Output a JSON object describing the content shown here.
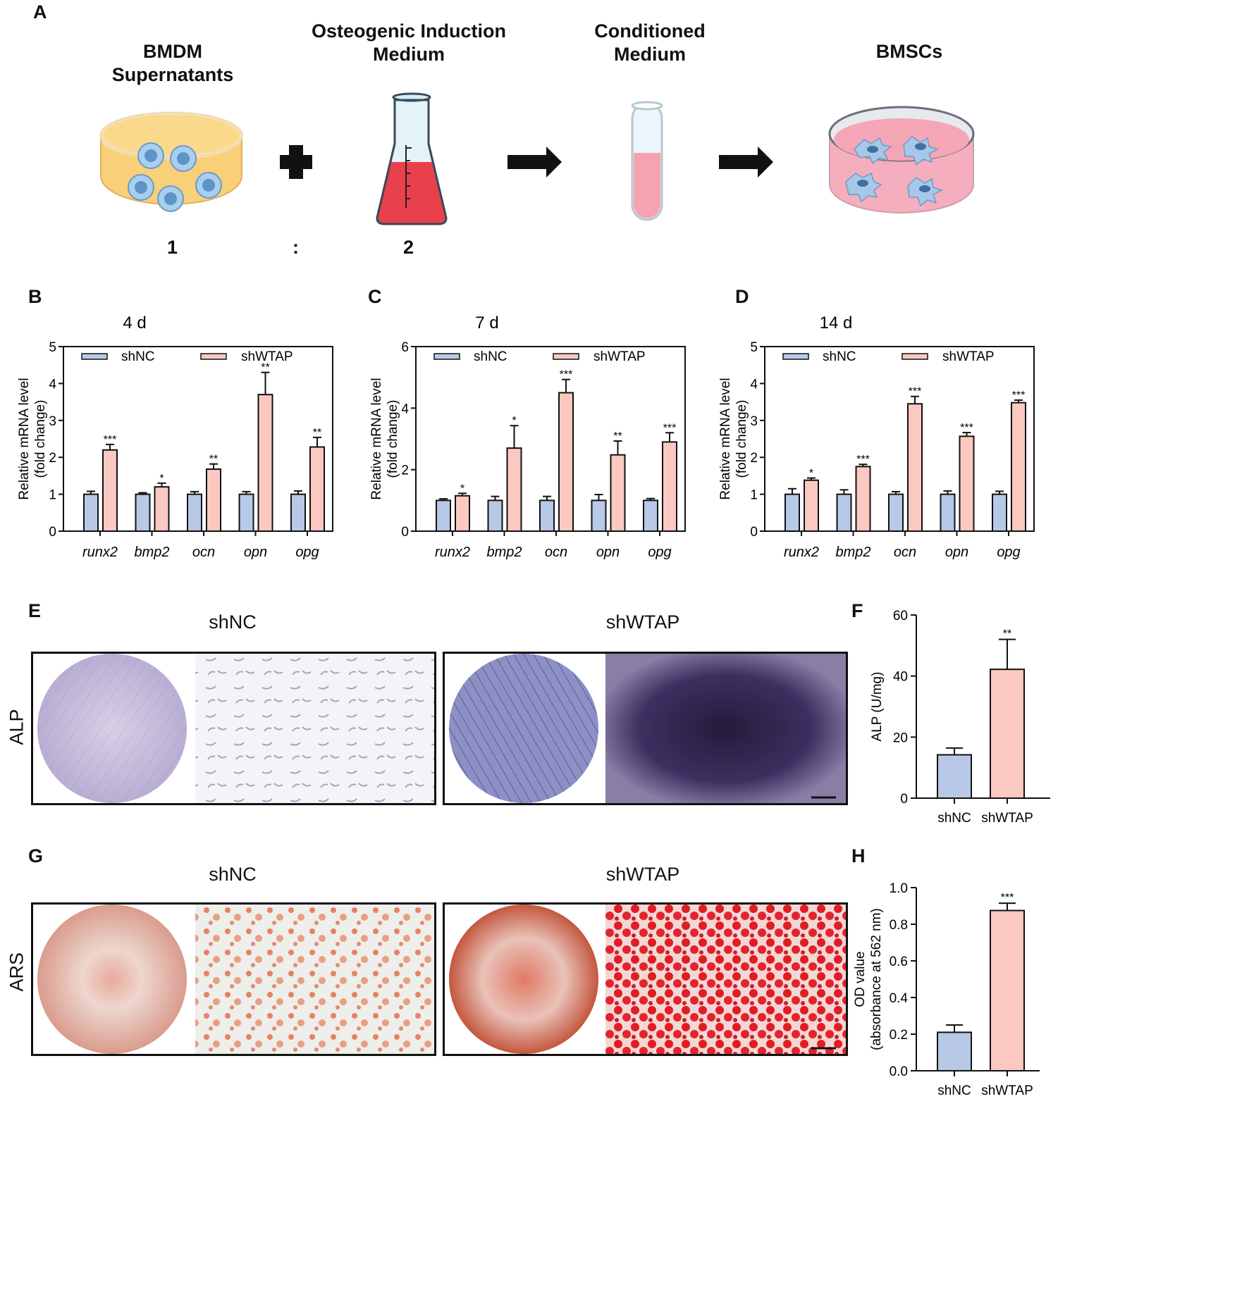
{
  "panel_letters": {
    "A": "A",
    "B": "B",
    "C": "C",
    "D": "D",
    "E": "E",
    "F": "F",
    "G": "G",
    "H": "H"
  },
  "schematic": {
    "step1_title": "BMDM Supernatants",
    "step2_title": "Osteogenic Induction Medium",
    "step3_title": "Conditioned Medium",
    "step4_title": "BMSCs",
    "ratio_left": "1",
    "ratio_sep": ":",
    "ratio_right": "2",
    "colors": {
      "dish_yellow": "#f9cf78",
      "flask_red": "#e8414b",
      "tube_pink": "#f5a3b0",
      "dish_pink": "#f4a6b6",
      "cell_blue": "#7fb4dd"
    }
  },
  "groups": {
    "shNC": "shNC",
    "shWTAP": "shWTAP"
  },
  "stains": {
    "ALP": "ALP",
    "ARS": "ARS"
  },
  "colors": {
    "shNC": "#b7c9e6",
    "shWTAP": "#fbc9c2"
  },
  "chart_data": [
    {
      "id": "B",
      "type": "bar",
      "title": "4 d",
      "ylabel": [
        "Relative mRNA level",
        "(fold change)"
      ],
      "ylim": [
        0,
        5
      ],
      "yticks": [
        0,
        1,
        2,
        3,
        4,
        5
      ],
      "categories": [
        "runx2",
        "bmp2",
        "ocn",
        "opn",
        "opg"
      ],
      "series": [
        {
          "name": "shNC",
          "values": [
            1.0,
            1.0,
            1.0,
            1.0,
            1.0
          ],
          "errors": [
            0.08,
            0.04,
            0.07,
            0.07,
            0.09
          ]
        },
        {
          "name": "shWTAP",
          "values": [
            2.2,
            1.2,
            1.68,
            3.7,
            2.28
          ],
          "errors": [
            0.15,
            0.1,
            0.14,
            0.6,
            0.26
          ]
        }
      ],
      "significance": [
        "***",
        "*",
        "**",
        "**",
        "**"
      ],
      "legend": "top"
    },
    {
      "id": "C",
      "type": "bar",
      "title": "7 d",
      "ylabel": [
        "Relative mRNA level",
        "(fold change)"
      ],
      "ylim": [
        0,
        6
      ],
      "yticks": [
        0,
        2,
        4,
        6
      ],
      "categories": [
        "runx2",
        "bmp2",
        "ocn",
        "opn",
        "opg"
      ],
      "series": [
        {
          "name": "shNC",
          "values": [
            1.0,
            1.0,
            1.0,
            1.0,
            1.0
          ],
          "errors": [
            0.05,
            0.13,
            0.13,
            0.19,
            0.06
          ]
        },
        {
          "name": "shWTAP",
          "values": [
            1.15,
            2.7,
            4.5,
            2.48,
            2.9
          ],
          "errors": [
            0.08,
            0.73,
            0.43,
            0.45,
            0.3
          ]
        }
      ],
      "significance": [
        "*",
        "*",
        "***",
        "**",
        "***"
      ],
      "legend": "top"
    },
    {
      "id": "D",
      "type": "bar",
      "title": "14 d",
      "ylabel": [
        "Relative mRNA level",
        "(fold change)"
      ],
      "ylim": [
        0,
        5
      ],
      "yticks": [
        0,
        1,
        2,
        3,
        4,
        5
      ],
      "categories": [
        "runx2",
        "bmp2",
        "ocn",
        "opn",
        "opg"
      ],
      "series": [
        {
          "name": "shNC",
          "values": [
            1.0,
            1.0,
            1.0,
            1.0,
            1.0
          ],
          "errors": [
            0.15,
            0.12,
            0.07,
            0.09,
            0.08
          ]
        },
        {
          "name": "shWTAP",
          "values": [
            1.38,
            1.75,
            3.45,
            2.57,
            3.48
          ],
          "errors": [
            0.06,
            0.06,
            0.2,
            0.1,
            0.07
          ]
        }
      ],
      "significance": [
        "*",
        "***",
        "***",
        "***",
        "***"
      ],
      "legend": "top"
    },
    {
      "id": "F",
      "type": "bar",
      "title": "",
      "ylabel": [
        "ALP (U/mg)"
      ],
      "ylim": [
        0,
        60
      ],
      "yticks": [
        0,
        20,
        40,
        60
      ],
      "categories": [
        "shNC",
        "shWTAP"
      ],
      "values": [
        14.2,
        42.2
      ],
      "errors": [
        2.2,
        9.8
      ],
      "significance": [
        "",
        "**"
      ]
    },
    {
      "id": "H",
      "type": "bar",
      "title": "",
      "ylabel": [
        "OD value",
        "(absorbance at 562 nm)"
      ],
      "ylim": [
        0,
        1.0
      ],
      "yticks": [
        "0.0",
        "0.2",
        "0.4",
        "0.6",
        "0.8",
        "1.0"
      ],
      "categories": [
        "shNC",
        "shWTAP"
      ],
      "values": [
        0.21,
        0.875
      ],
      "errors": [
        0.04,
        0.04
      ],
      "significance": [
        "",
        "***"
      ]
    }
  ]
}
